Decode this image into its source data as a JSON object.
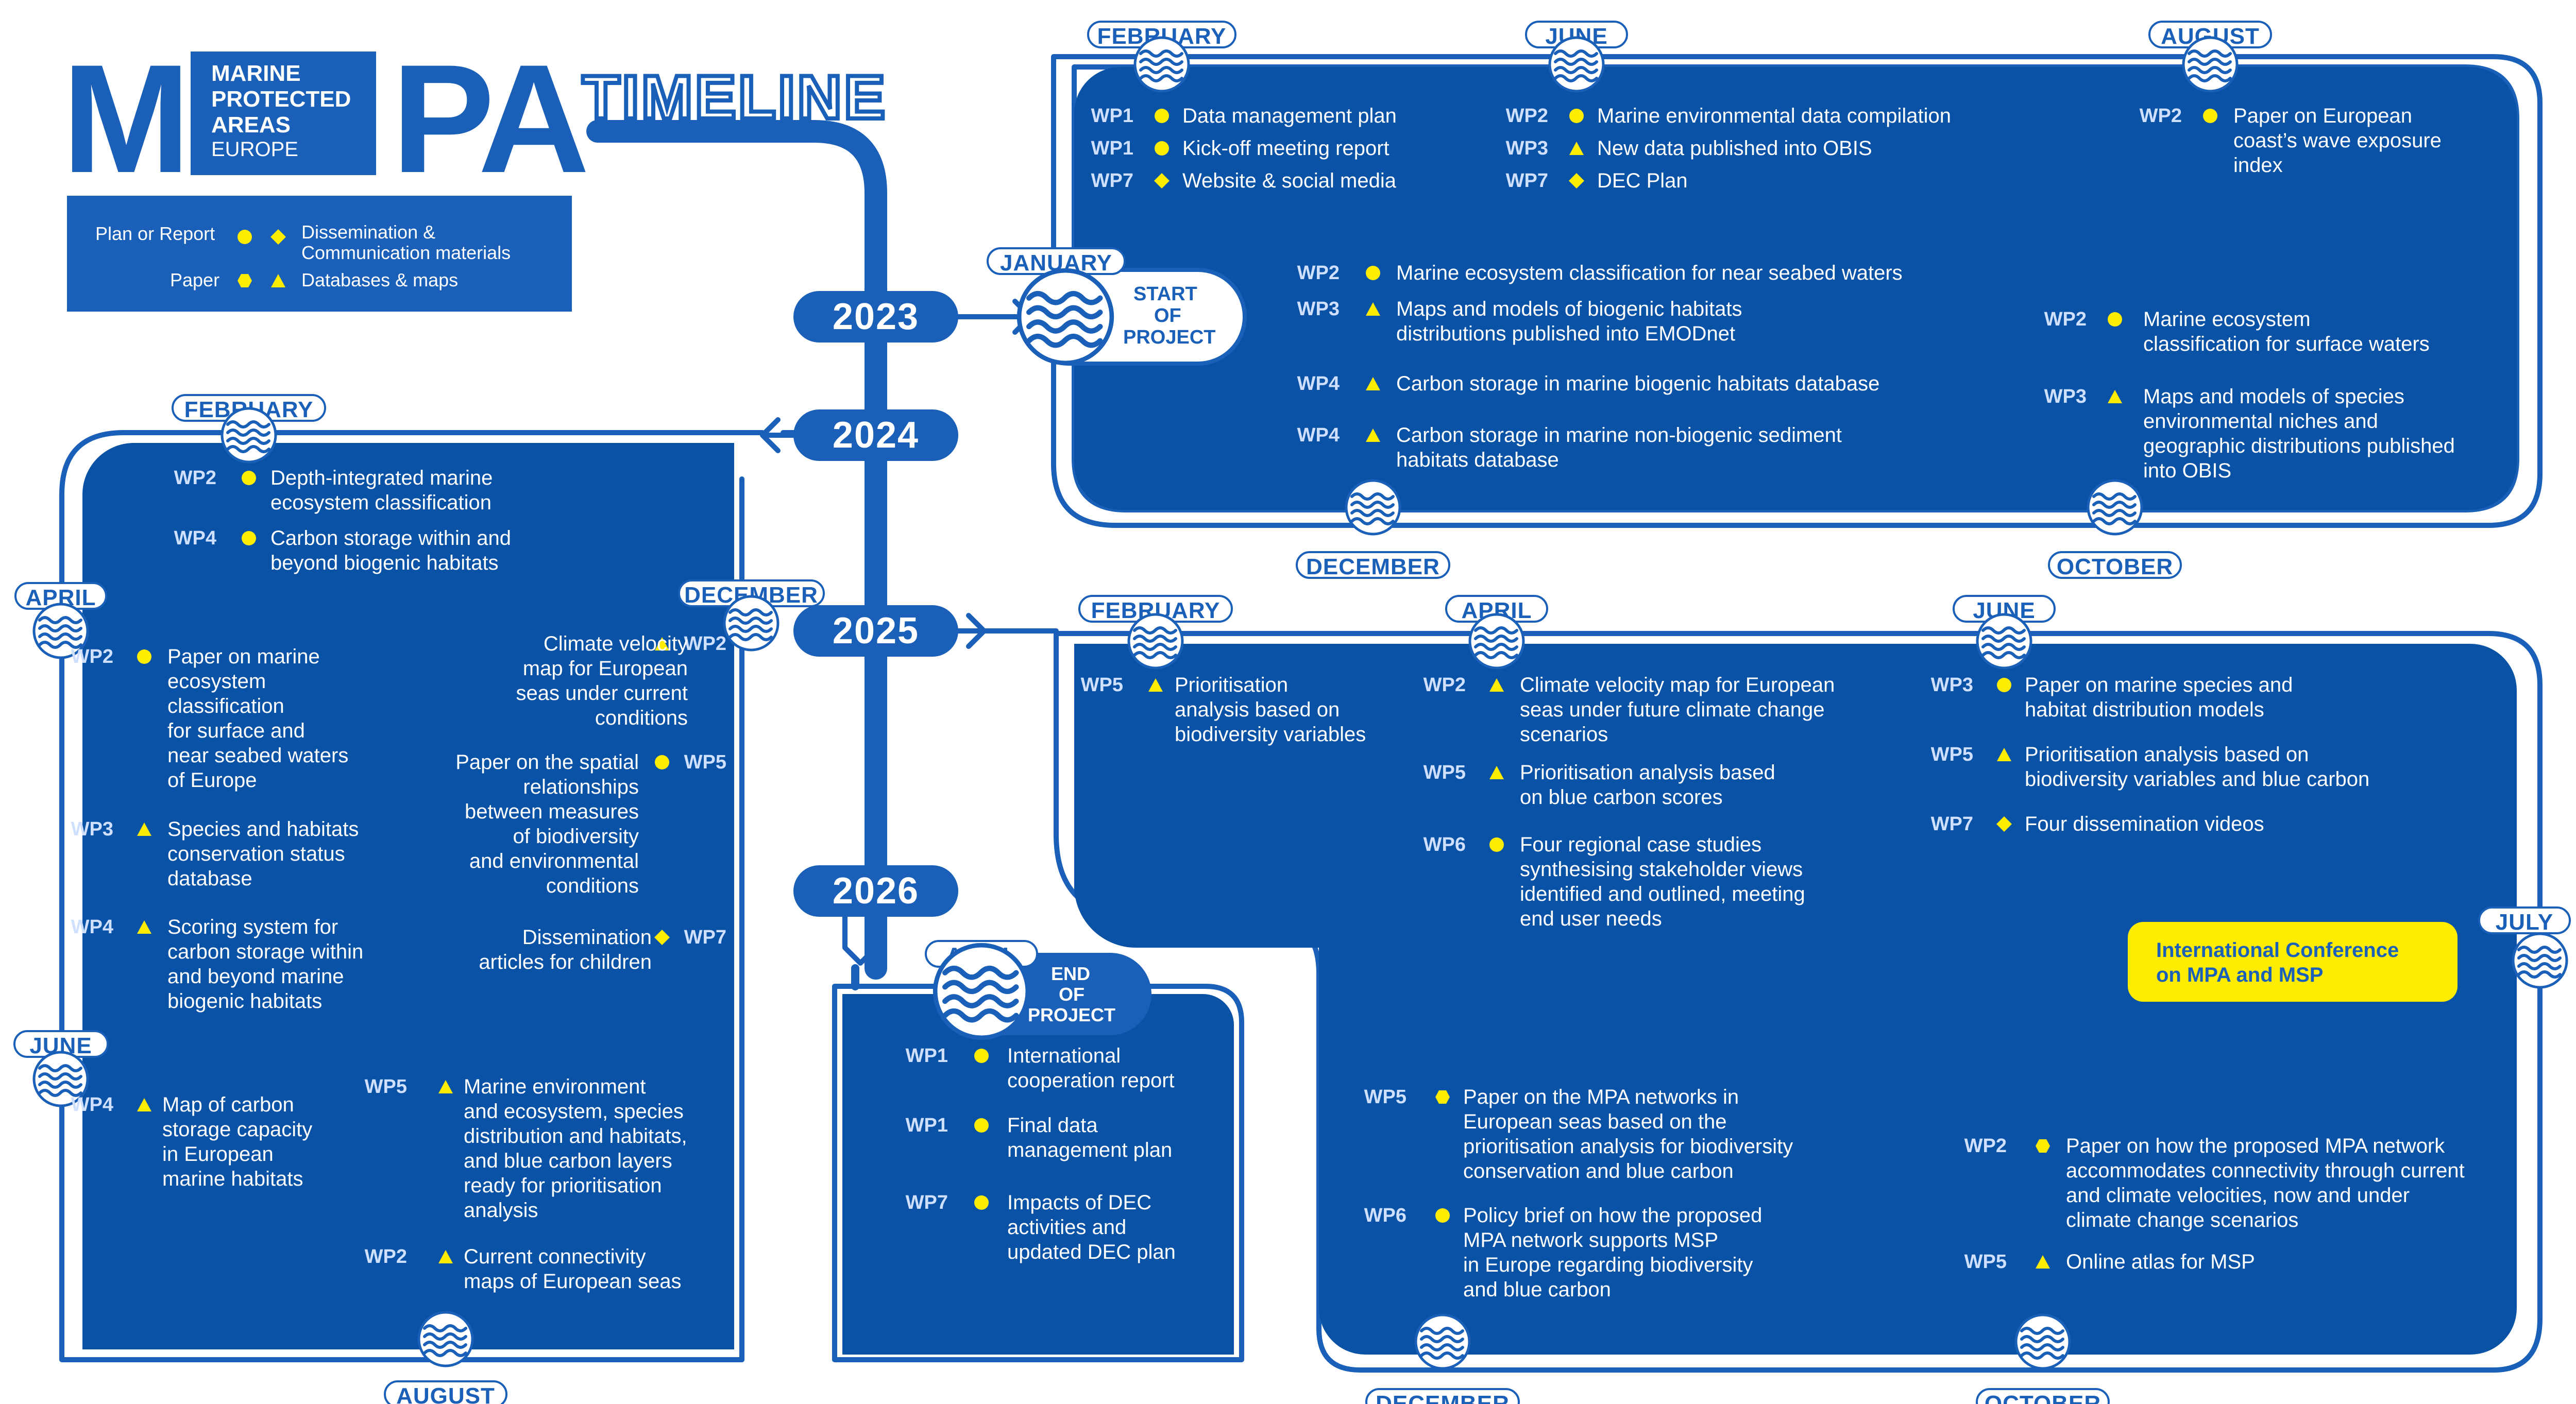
{
  "logo": {
    "letters_m": "M",
    "letters_pa": "PA",
    "line1": "MARINE",
    "line2": "PROTECTED",
    "line3": "AREAS",
    "line4": "EUROPE",
    "timeline_word": "TIMELINE"
  },
  "legend": {
    "plan": "Plan or Report",
    "dissemination_1": "Dissemination &",
    "dissemination_2": "Communication materials",
    "paper": "Paper",
    "databases": "Databases & maps"
  },
  "years": {
    "y2023": "2023",
    "y2024": "2024",
    "y2025": "2025",
    "y2026": "2026"
  },
  "start": {
    "line1": "START",
    "line2": "OF",
    "line3": "PROJECT"
  },
  "end": {
    "line1": "END",
    "line2": "OF",
    "line3": "PROJECT"
  },
  "conference": {
    "line1": "International Conference",
    "line2": "on MPA and MSP"
  },
  "months": [
    "FEBRUARY",
    "JUNE",
    "AUGUST",
    "JANUARY",
    "DECEMBER",
    "OCTOBER",
    "FEBRUARY",
    "APRIL",
    "DECEMBER",
    "JUNE",
    "AUGUST",
    "FEBRUARY",
    "APRIL",
    "JUNE",
    "JULY",
    "DECEMBER",
    "OCTOBER",
    "APRIL"
  ],
  "items": [
    {
      "wp": "WP1",
      "lines": [
        "Data management plan"
      ]
    },
    {
      "wp": "WP1",
      "lines": [
        "Kick-off meeting report"
      ]
    },
    {
      "wp": "WP7",
      "lines": [
        "Website & social media"
      ]
    },
    {
      "wp": "WP2",
      "lines": [
        "Marine environmental data compilation"
      ]
    },
    {
      "wp": "WP3",
      "lines": [
        "New data published into OBIS"
      ]
    },
    {
      "wp": "WP7",
      "lines": [
        "DEC Plan"
      ]
    },
    {
      "wp": "WP2",
      "lines": [
        "Paper on European",
        "coast’s wave exposure",
        "index"
      ]
    },
    {
      "wp": "WP2",
      "lines": [
        "Marine ecosystem classification for near seabed waters"
      ]
    },
    {
      "wp": "WP3",
      "lines": [
        "Maps and models of biogenic habitats",
        "distributions published into EMODnet"
      ]
    },
    {
      "wp": "WP4",
      "lines": [
        "Carbon storage in marine biogenic habitats database"
      ]
    },
    {
      "wp": "WP4",
      "lines": [
        "Carbon storage in marine non-biogenic sediment",
        "habitats database"
      ]
    },
    {
      "wp": "WP2",
      "lines": [
        "Marine ecosystem",
        "classification for surface waters"
      ]
    },
    {
      "wp": "WP3",
      "lines": [
        "Maps and models of species",
        "environmental niches and",
        "geographic distributions published",
        "into OBIS"
      ]
    },
    {
      "wp": "WP2",
      "lines": [
        "Depth-integrated marine",
        "ecosystem classification"
      ]
    },
    {
      "wp": "WP4",
      "lines": [
        "Carbon storage within and",
        "beyond biogenic habitats"
      ]
    },
    {
      "wp": "WP2",
      "lines": [
        "Paper on marine",
        "ecosystem",
        "classification",
        "for surface and",
        "near seabed waters",
        "of Europe"
      ]
    },
    {
      "wp": "WP3",
      "lines": [
        "Species and habitats",
        "conservation status",
        "database"
      ]
    },
    {
      "wp": "WP4",
      "lines": [
        "Scoring system for",
        "carbon storage within",
        "and beyond marine",
        "biogenic habitats"
      ]
    },
    {
      "wp": "WP2",
      "lines": [
        "Climate velocity",
        "map for European",
        "seas under current",
        "conditions"
      ]
    },
    {
      "wp": "WP5",
      "lines": [
        "Paper on the spatial",
        "relationships",
        "between measures",
        "of biodiversity",
        "and environmental",
        "conditions"
      ]
    },
    {
      "wp": "WP7",
      "lines": [
        "Dissemination",
        "articles for children"
      ]
    },
    {
      "wp": "WP4",
      "lines": [
        "Map of carbon",
        "storage capacity",
        "in European",
        "marine habitats"
      ]
    },
    {
      "wp": "WP5",
      "lines": [
        "Marine environment",
        "and ecosystem, species",
        "distribution and habitats,",
        "and blue carbon layers",
        "ready for prioritisation",
        "analysis"
      ]
    },
    {
      "wp": "WP2",
      "lines": [
        "Current connectivity",
        "maps of European seas"
      ]
    },
    {
      "wp": "WP5",
      "lines": [
        "Prioritisation",
        "analysis based on",
        "biodiversity variables"
      ]
    },
    {
      "wp": "WP2",
      "lines": [
        "Climate velocity map for European",
        "seas under future climate change",
        "scenarios"
      ]
    },
    {
      "wp": "WP5",
      "lines": [
        "Prioritisation analysis based",
        "on blue carbon scores"
      ]
    },
    {
      "wp": "WP6",
      "lines": [
        "Four regional case studies",
        "synthesising stakeholder views",
        "identified and outlined, meeting",
        "end user needs"
      ]
    },
    {
      "wp": "WP3",
      "lines": [
        "Paper on marine species and",
        "habitat distribution models"
      ]
    },
    {
      "wp": "WP5",
      "lines": [
        "Prioritisation analysis based on",
        "biodiversity variables and blue carbon"
      ]
    },
    {
      "wp": "WP7",
      "lines": [
        "Four dissemination videos"
      ]
    },
    {
      "wp": "WP5",
      "lines": [
        "Paper on the MPA networks in",
        "European seas based on the",
        "prioritisation analysis for biodiversity",
        "conservation and blue carbon"
      ]
    },
    {
      "wp": "WP6",
      "lines": [
        "Policy brief on how the proposed",
        "MPA network supports MSP",
        "in Europe regarding biodiversity",
        "and blue carbon"
      ]
    },
    {
      "wp": "WP2",
      "lines": [
        "Paper on how the proposed MPA network",
        "accommodates connectivity through current",
        "and climate velocities, now and under",
        "climate change scenarios"
      ]
    },
    {
      "wp": "WP5",
      "lines": [
        "Online atlas for MSP"
      ]
    },
    {
      "wp": "WP1",
      "lines": [
        "International",
        "cooperation report"
      ]
    },
    {
      "wp": "WP1",
      "lines": [
        "Final data",
        "management plan"
      ]
    },
    {
      "wp": "WP7",
      "lines": [
        "Impacts of DEC",
        "activities and",
        "updated DEC plan"
      ]
    }
  ],
  "colors": {
    "navy": "#0a52a6",
    "blue": "#1a5fb8",
    "yellow": "#ffed00",
    "white": "#ffffff"
  }
}
